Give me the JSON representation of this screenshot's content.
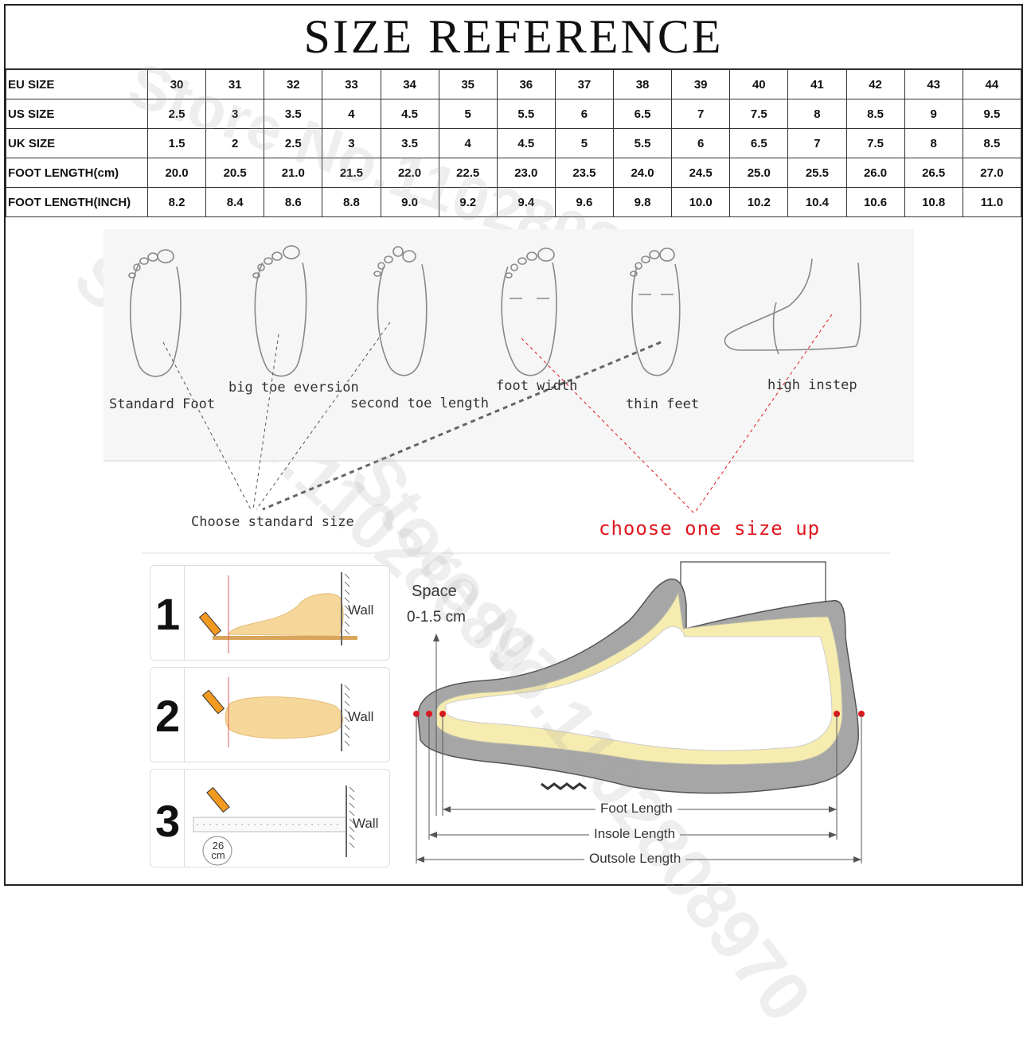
{
  "title": "SIZE REFERENCE",
  "table": {
    "rows": [
      {
        "label": "EU SIZE",
        "values": [
          "30",
          "31",
          "32",
          "33",
          "34",
          "35",
          "36",
          "37",
          "38",
          "39",
          "40",
          "41",
          "42",
          "43",
          "44"
        ]
      },
      {
        "label": "US SIZE",
        "values": [
          "2.5",
          "3",
          "3.5",
          "4",
          "4.5",
          "5",
          "5.5",
          "6",
          "6.5",
          "7",
          "7.5",
          "8",
          "8.5",
          "9",
          "9.5"
        ]
      },
      {
        "label": "UK SIZE",
        "values": [
          "1.5",
          "2",
          "2.5",
          "3",
          "3.5",
          "4",
          "4.5",
          "5",
          "5.5",
          "6",
          "6.5",
          "7",
          "7.5",
          "8",
          "8.5"
        ]
      },
      {
        "label": "FOOT LENGTH(cm)",
        "values": [
          "20.0",
          "20.5",
          "21.0",
          "21.5",
          "22.0",
          "22.5",
          "23.0",
          "23.5",
          "24.0",
          "24.5",
          "25.0",
          "25.5",
          "26.0",
          "26.5",
          "27.0"
        ]
      },
      {
        "label": "FOOT LENGTH(INCH)",
        "values": [
          "8.2",
          "8.4",
          "8.6",
          "8.8",
          "9.0",
          "9.2",
          "9.4",
          "9.6",
          "9.8",
          "10.0",
          "10.2",
          "10.4",
          "10.6",
          "10.8",
          "11.0"
        ]
      }
    ]
  },
  "watermark": "Store No.1102808970",
  "foot_types": {
    "standard": "Standard Foot",
    "big_toe": "big toe eversion",
    "second_toe": "second toe length",
    "foot_width": "foot width",
    "thin_feet": "thin feet",
    "high_instep": "high instep"
  },
  "choose_standard": "Choose standard size",
  "choose_up": "choose one size up",
  "steps": {
    "nums": [
      "1",
      "2",
      "3"
    ],
    "wall": "Wall",
    "measure": "26\ncm"
  },
  "shoe": {
    "space_title": "Space",
    "space_range": "0-1.5 cm",
    "foot_length": "Foot Length",
    "insole_length": "Insole Length",
    "outsole_length": "Outsole Length"
  },
  "colors": {
    "accent_red": "#e0161e",
    "sole_gray": "#a6a6a6",
    "insole_yellow": "#f7ecb0"
  }
}
